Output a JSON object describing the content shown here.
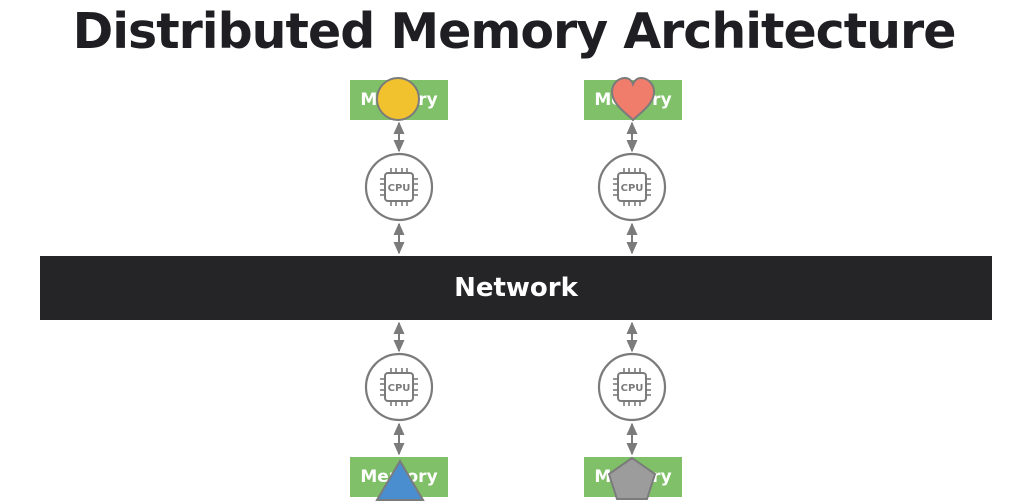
{
  "title": "Distributed Memory Architecture",
  "network_label": "Network",
  "memory_label": "Memory",
  "cpu_label": "CPU",
  "nodes": [
    {
      "memory_shape": "circle",
      "color": "#f2c12e"
    },
    {
      "memory_shape": "heart",
      "color": "#f07c6c"
    },
    {
      "memory_shape": "triangle",
      "color": "#4a8ed0"
    },
    {
      "memory_shape": "pentagon",
      "color": "#9c9c9c"
    }
  ],
  "colors": {
    "memory": "#7fc069",
    "network": "#252427",
    "cpu_stroke": "#7b7b7b",
    "arrow": "#7b7b7b",
    "title": "#1f1e22"
  }
}
